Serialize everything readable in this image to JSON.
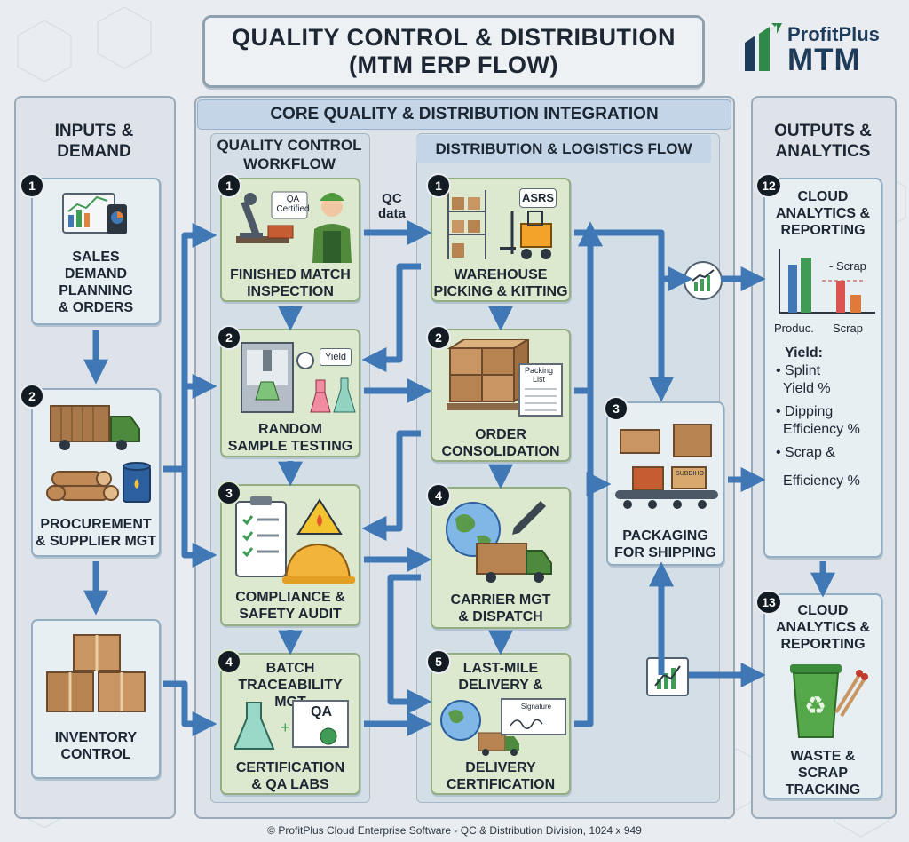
{
  "title": {
    "line1": "QUALITY CONTROL & DISTRIBUTION",
    "line2": "(MTM ERP FLOW)"
  },
  "logo": {
    "brand": "ProfitPlus",
    "sub": "MTM"
  },
  "inputs": {
    "title_l1": "INPUTS &",
    "title_l2": "DEMAND",
    "items": [
      {
        "num": "1",
        "l1": "SALES",
        "l2": "DEMAND",
        "l3": "PLANNING",
        "l4": "& ORDERS"
      },
      {
        "num": "2",
        "l1": "PROCUREMENT",
        "l2": "& SUPPLIER MGT"
      },
      {
        "l1": "INVENTORY",
        "l2": "CONTROL"
      }
    ]
  },
  "core": {
    "band": "CORE QUALITY & DISTRIBUTION INTEGRATION"
  },
  "qc": {
    "title_l1": "QUALITY CONTROL",
    "title_l2": "WORKFLOW",
    "items": [
      {
        "num": "1",
        "l1": "FINISHED MATCH",
        "l2": "INSPECTION",
        "badge_l1": "QA",
        "badge_l2": "Certified"
      },
      {
        "num": "2",
        "l1": "RANDOM",
        "l2": "SAMPLE TESTING",
        "badge": "Yield"
      },
      {
        "num": "3",
        "l1": "COMPLIANCE &",
        "l2": "SAFETY AUDIT"
      },
      {
        "num": "4",
        "l0": "BATCH",
        "l0b": "TRACEABILITY MGT",
        "l1": "CERTIFICATION",
        "l2": "& QA LABS",
        "badge": "QA"
      }
    ]
  },
  "dist": {
    "title": "DISTRIBUTION & LOGISTICS FLOW",
    "items": [
      {
        "num": "1",
        "l1": "WAREHOUSE",
        "l2": "PICKING & KITTING",
        "badge": "ASRS"
      },
      {
        "num": "2",
        "l1": "ORDER",
        "l2": "CONSOLIDATION",
        "badge_l1": "Packing",
        "badge_l2": "List"
      },
      {
        "num": "4",
        "l1": "CARRIER MGT",
        "l2": "& DISPATCH"
      },
      {
        "num": "5",
        "l0": "LAST-MILE",
        "l0b": "DELIVERY &",
        "l1": "DELIVERY",
        "l2": "CERTIFICATION",
        "badge": "Signature"
      }
    ]
  },
  "qc_data": {
    "l1": "QC",
    "l2": "data"
  },
  "packaging": {
    "num": "3",
    "l1": "PACKAGING",
    "l2": "FOR SHIPPING",
    "badge": "SUBDIHO"
  },
  "outputs": {
    "title_l1": "OUTPUTS &",
    "title_l2": "ANALYTICS",
    "card1": {
      "num": "12",
      "l1": "CLOUD",
      "l2": "ANALYTICS &",
      "l3": "REPORTING",
      "chart_scrap": "- Scrap",
      "chart_x1": "Produc.",
      "chart_x2": "Scrap",
      "yield_title": "Yield:",
      "m1a": "• Splint",
      "m1b": "Yield %",
      "m2a": "• Dipping",
      "m2b": "Efficiency %",
      "m3a": "• Scrap &",
      "m3b": "Efficiency %"
    },
    "card2": {
      "num": "13",
      "l1": "CLOUD",
      "l2": "ANALYTICS &",
      "l3": "REPORTING",
      "l4": "WASTE &",
      "l5": "SCRAP",
      "l6": "TRACKING"
    }
  },
  "footer": "© ProfitPlus Cloud Enterprise Software - QC & Distribution Division, 1024 x 949",
  "colors": {
    "arrow": "#3f78b5",
    "green_card": "#dde9cf",
    "blue_card": "#e7eff3",
    "badge": "#121a22"
  }
}
